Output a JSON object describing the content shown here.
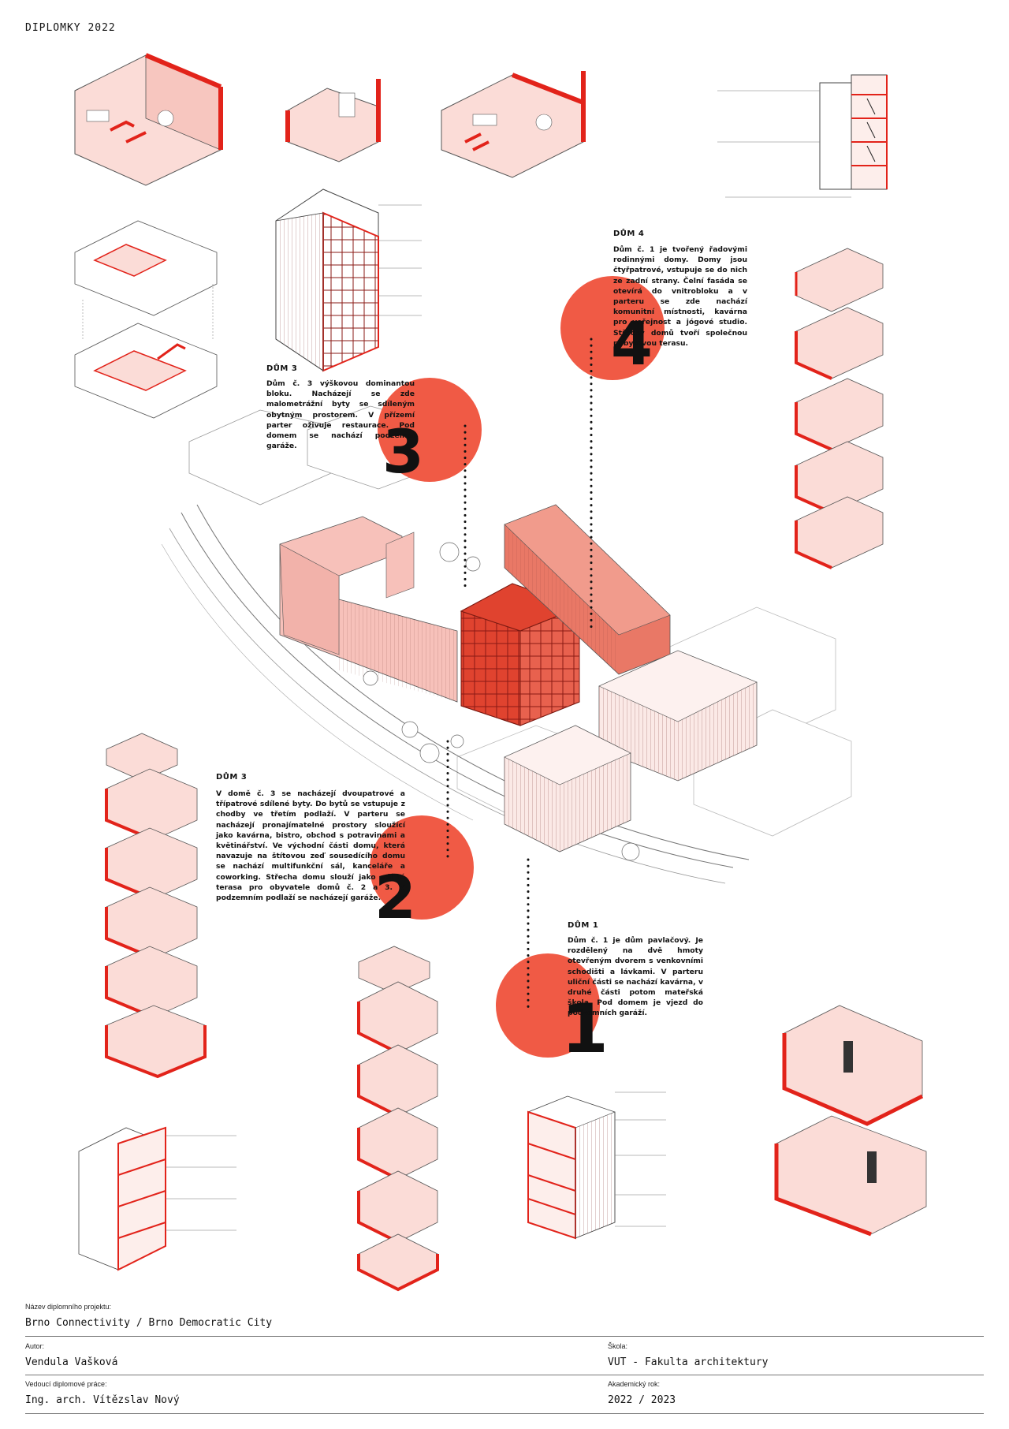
{
  "header": {
    "title": "DIPLOMKY 2022"
  },
  "houses": {
    "dum4": {
      "heading": "DŮM 4",
      "text": "Dům č. 1 je tvořený řadovými rodinnými domy. Domy jsou čtyřpatrové, vstupuje se do nich ze zadní strany. Čelní fasáda se otevírá do vnitrobloku a v parteru se zde nachází komunitní místnosti, kavárna pro veřejnost a jógové studio. Střechy domů tvoří společnou pobytovou terasu.",
      "number": "4"
    },
    "dum3a": {
      "heading": "DŮM 3",
      "text": "Dům č. 3 výškovou dominantou bloku. Nacházejí se zde malometrážní byty se sdíleným obytným prostorem. V přízemí parter oživuje restaurace. Pod domem se nachází podzemní garáže.",
      "number": "3"
    },
    "dum3b": {
      "heading": "DŮM 3",
      "text": "V domě č. 3 se nacházejí dvoupatrové a třípatrové sdílené byty. Do bytů se vstupuje z chodby ve třetím podlaží. V parteru se nacházejí pronajímatelné prostory sloužící jako kavárna, bistro, obchod s potravinami a květinářství. Ve východní části domu, která navazuje na štítovou zeď sousedícího domu se nachází multifunkční sál, kanceláře a coworking. Střecha domu slouží jako sdílná terasa pro obyvatele domů č. 2 a 3. V podzemním podlaží se nacházejí garáže.",
      "number": "2"
    },
    "dum1": {
      "heading": "DŮM 1",
      "text": "Dům č. 1 je dům pavlačový. Je rozdělený na dvě hmoty otevřeným dvorem s venkovními schodišti a lávkami. V parteru uliční části se nachází kavárna, v druhé části potom mateřská škola. Pod domem je vjezd do podzemních garáží.",
      "number": "1"
    }
  },
  "footer": {
    "project_label": "Název diplomního projektu:",
    "project_value": "Brno Connectivity / Brno Democratic City",
    "author_label": "Autor:",
    "author_value": "Vendula Vašková",
    "school_label": "Škola:",
    "school_value": "VUT - Fakulta architektury",
    "supervisor_label": "Vedoucí diplomové práce:",
    "supervisor_value": "Ing. arch. Vítězslav Nový",
    "year_label": "Akademický rok:",
    "year_value": "2022 / 2023"
  },
  "colors": {
    "accent_red": "#e2231a",
    "circle": "#f05a45",
    "pink_fill": "#f6c9c3",
    "line": "#555555"
  }
}
